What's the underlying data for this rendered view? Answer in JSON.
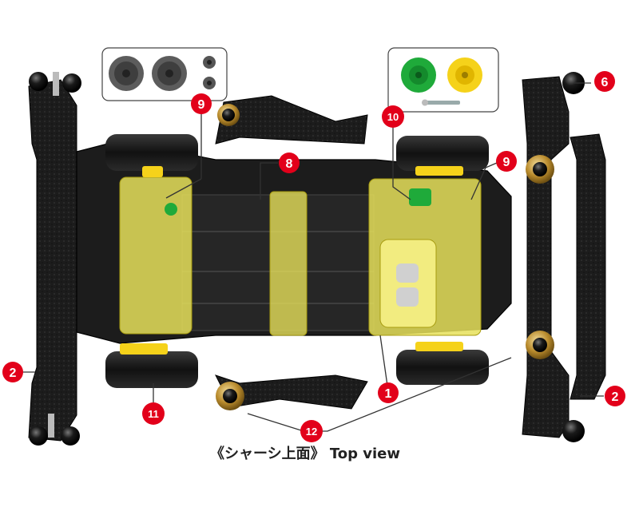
{
  "caption": "《シャーシ上面》 Top view",
  "callouts": [
    {
      "id": "c2-left",
      "label": "2"
    },
    {
      "id": "c2-right",
      "label": "2"
    },
    {
      "id": "c6",
      "label": "6"
    },
    {
      "id": "c9-left",
      "label": "9"
    },
    {
      "id": "c9-right",
      "label": "9"
    },
    {
      "id": "c8",
      "label": "8"
    },
    {
      "id": "c10",
      "label": "10"
    },
    {
      "id": "c1",
      "label": "1"
    },
    {
      "id": "c11",
      "label": "11"
    },
    {
      "id": "c12",
      "label": "12"
    }
  ],
  "colors": {
    "callout": "#e2001a",
    "chassis_clear": "#e6e05a",
    "carbon": "#1c1c1c",
    "gold": "#c9a34a",
    "gear_green": "#1faa3a",
    "gear_yellow": "#f5d21a",
    "gear_gray": "#6e6e6e"
  }
}
